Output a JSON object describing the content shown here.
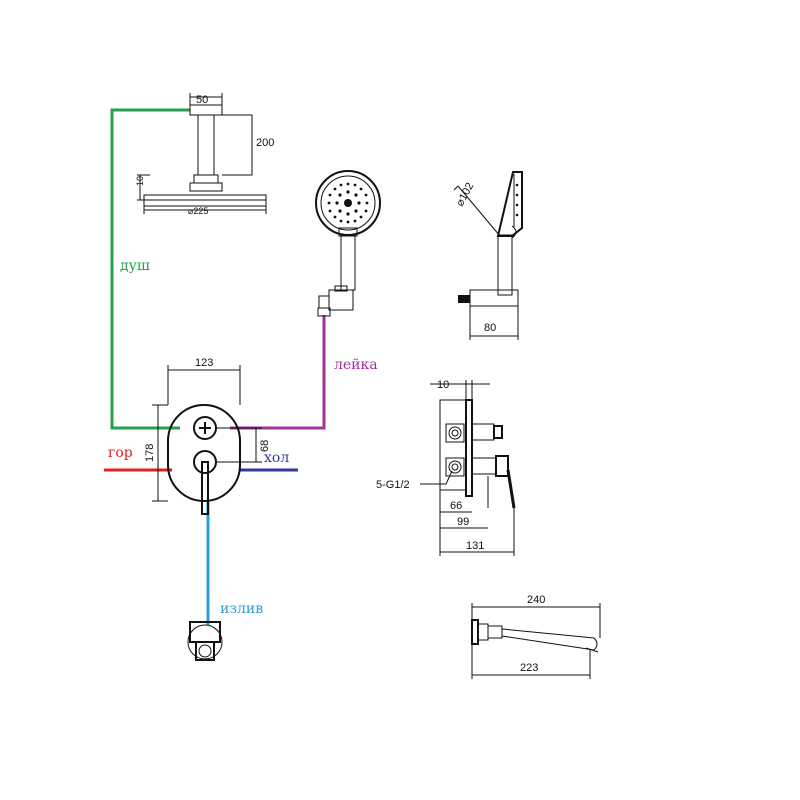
{
  "labels": {
    "shower": "душ",
    "handshower": "лейка",
    "hot": "гор",
    "cold": "хол",
    "spout": "излив"
  },
  "dimensions": {
    "head_arm_width": "50",
    "head_arm_length": "200",
    "head_thickness": "10",
    "head_diameter": "⌀225",
    "hand_diameter": "⌀102",
    "holder_width": "80",
    "plate_width": "123",
    "plate_height": "178",
    "handle_spacing": "68",
    "side_top": "10",
    "side_thread": "5-G1/2",
    "side_66": "66",
    "side_99": "99",
    "side_131": "131",
    "spout_total": "240",
    "spout_reach": "223"
  },
  "colors": {
    "shower": "#22a24a",
    "handshower": "#a0339a",
    "hot": "#e0201f",
    "cold": "#343a9a",
    "spout": "#2a9fd6",
    "line": "#111111"
  }
}
